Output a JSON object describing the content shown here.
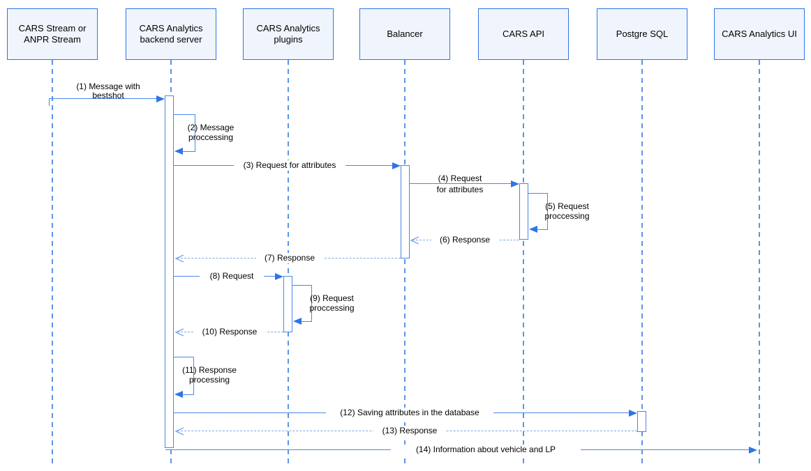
{
  "diagram": {
    "type": "uml-sequence",
    "colors": {
      "accent": "#2e75e6",
      "line": "#4a86e8",
      "dashed": "#7da7e8",
      "lifeline": "#5b93e8",
      "boxfill": "#f0f5fd"
    },
    "participants": [
      {
        "name": "CARS Stream or ANPR Stream"
      },
      {
        "name": "CARS Analytics backend server"
      },
      {
        "name": "CARS Analytics plugins"
      },
      {
        "name": "Balancer"
      },
      {
        "name": "CARS API"
      },
      {
        "name": "Postgre SQL"
      },
      {
        "name": "CARS Analytics UI"
      }
    ],
    "messages": [
      {
        "num": 1,
        "label": "(1) Message with\nbestshot",
        "from": "CARS Stream or ANPR Stream",
        "to": "CARS Analytics backend server",
        "kind": "sync"
      },
      {
        "num": 2,
        "label": "(2) Message\nproccessing",
        "from": "CARS Analytics backend server",
        "to": "CARS Analytics backend server",
        "kind": "self"
      },
      {
        "num": 3,
        "label": "(3) Request for attributes",
        "from": "CARS Analytics backend server",
        "to": "Balancer",
        "kind": "sync"
      },
      {
        "num": 4,
        "label": "(4) Request\nfor attributes",
        "from": "Balancer",
        "to": "CARS API",
        "kind": "sync"
      },
      {
        "num": 5,
        "label": "(5) Request\nproccessing",
        "from": "CARS API",
        "to": "CARS API",
        "kind": "self"
      },
      {
        "num": 6,
        "label": "(6) Response",
        "from": "CARS API",
        "to": "Balancer",
        "kind": "return"
      },
      {
        "num": 7,
        "label": "(7) Response",
        "from": "Balancer",
        "to": "CARS Analytics backend server",
        "kind": "return"
      },
      {
        "num": 8,
        "label": "(8) Request",
        "from": "CARS Analytics backend server",
        "to": "CARS Analytics plugins",
        "kind": "sync"
      },
      {
        "num": 9,
        "label": "(9) Request\nproccessing",
        "from": "CARS Analytics plugins",
        "to": "CARS Analytics plugins",
        "kind": "self"
      },
      {
        "num": 10,
        "label": "(10) Response",
        "from": "CARS Analytics plugins",
        "to": "CARS Analytics backend server",
        "kind": "return"
      },
      {
        "num": 11,
        "label": "(11) Response\nprocessing",
        "from": "CARS Analytics backend server",
        "to": "CARS Analytics backend server",
        "kind": "self"
      },
      {
        "num": 12,
        "label": "(12) Saving attributes in the database",
        "from": "CARS Analytics backend server",
        "to": "Postgre SQL",
        "kind": "sync"
      },
      {
        "num": 13,
        "label": "(13) Response",
        "from": "Postgre SQL",
        "to": "CARS Analytics backend server",
        "kind": "return"
      },
      {
        "num": 14,
        "label": "(14) Information about vehicle and LP",
        "from": "CARS Analytics backend server",
        "to": "CARS Analytics UI",
        "kind": "sync"
      }
    ]
  }
}
